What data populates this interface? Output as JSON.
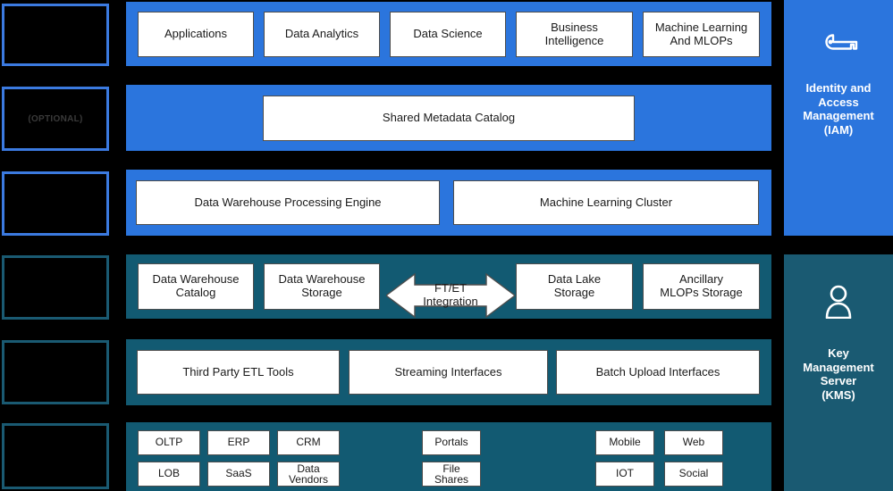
{
  "theme": {
    "background": "#000000",
    "blue": "#2b75dd",
    "teal": "#125a72",
    "teal_border": "#1a5a72",
    "box_fill": "#ffffff",
    "box_border": "#4d4d4d",
    "redacted_label_color": "#3a3a3a"
  },
  "left_column": {
    "items": [
      {
        "label": "",
        "accent": "blue"
      },
      {
        "label": "(OPTIONAL)",
        "accent": "blue"
      },
      {
        "label": "",
        "accent": "blue"
      },
      {
        "label": "",
        "accent": "teal"
      },
      {
        "label": "",
        "accent": "teal"
      },
      {
        "label": "",
        "accent": "teal"
      }
    ]
  },
  "layers": {
    "consumption": {
      "accent": "blue",
      "boxes": [
        {
          "label": "Applications"
        },
        {
          "label": "Data Analytics"
        },
        {
          "label": "Data Science"
        },
        {
          "label": "Business\nIntelligence"
        },
        {
          "label": "Machine Learning\nAnd MLOPs"
        }
      ]
    },
    "catalog": {
      "accent": "blue",
      "boxes": [
        {
          "label": "Shared Metadata Catalog"
        }
      ]
    },
    "processing": {
      "accent": "blue",
      "boxes": [
        {
          "label": "Data Warehouse Processing Engine"
        },
        {
          "label": "Machine Learning Cluster"
        }
      ]
    },
    "storage": {
      "accent": "teal",
      "boxes": [
        {
          "label": "Data Warehouse\nCatalog"
        },
        {
          "label": "Data Warehouse\nStorage"
        },
        {
          "label": "FT/ET\nIntegration",
          "shape": "double-arrow"
        },
        {
          "label": "Data Lake\nStorage"
        },
        {
          "label": "Ancillary\nMLOPs Storage"
        }
      ]
    },
    "ingestion": {
      "accent": "teal",
      "boxes": [
        {
          "label": "Third Party ETL Tools"
        },
        {
          "label": "Streaming Interfaces"
        },
        {
          "label": "Batch Upload Interfaces"
        }
      ]
    },
    "sources": {
      "accent": "teal",
      "groups": [
        {
          "name": "structured-sources",
          "rows": [
            [
              {
                "label": "OLTP"
              },
              {
                "label": "ERP"
              },
              {
                "label": "CRM"
              }
            ],
            [
              {
                "label": "LOB"
              },
              {
                "label": "SaaS"
              },
              {
                "label": "Data\nVendors"
              }
            ]
          ]
        },
        {
          "name": "file-sources",
          "rows": [
            [
              {
                "label": "Portals"
              }
            ],
            [
              {
                "label": "File\nShares"
              }
            ]
          ]
        },
        {
          "name": "channel-sources",
          "rows": [
            [
              {
                "label": "Mobile"
              },
              {
                "label": "Web"
              }
            ],
            [
              {
                "label": "IOT"
              },
              {
                "label": "Social"
              }
            ]
          ]
        }
      ]
    }
  },
  "sidebar": {
    "panels": [
      {
        "name": "iam",
        "icon": "key-icon",
        "title": "Identity and\nAccess\nManagement\n(IAM)",
        "accent": "blue"
      },
      {
        "name": "kms",
        "icon": "user-icon",
        "title": "Key\nManagement\nServer\n(KMS)",
        "accent": "teal"
      }
    ]
  }
}
